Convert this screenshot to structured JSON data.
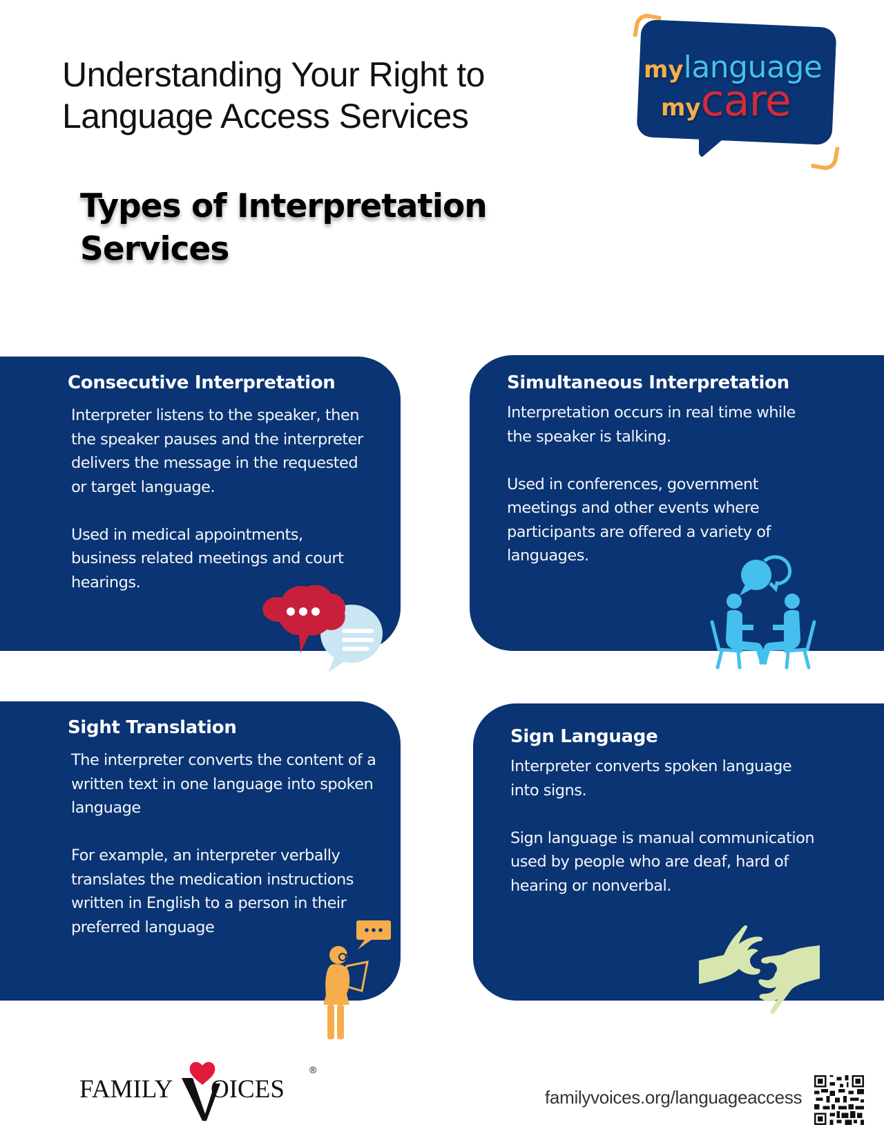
{
  "header": {
    "title_lines": [
      "Understanding Your Right to",
      "Language Access Services"
    ],
    "section_title_lines": [
      "Types of Interpretation",
      "Services"
    ]
  },
  "logo": {
    "line1_my": "my",
    "line1_word": "language",
    "line2_my": "my",
    "line2_word": "care",
    "colors": {
      "bubble": "#0a3473",
      "my": "#f6ad4b",
      "language": "#45c0ee",
      "care": "#d42a3c"
    }
  },
  "cards": [
    {
      "title": "Consecutive Interpretation",
      "paragraphs": [
        "Interpreter listens to the speaker, then the speaker pauses and the interpreter delivers the message in the requested or target language.",
        "Used in medical appointments, business related meetings and court hearings."
      ],
      "icon": "speech-bubbles-icon"
    },
    {
      "title": "Simultaneous Interpretation",
      "paragraphs": [
        "Interpretation occurs in real time while the speaker is talking.",
        "Used in conferences, government meetings and other events where participants are offered a variety of languages."
      ],
      "icon": "two-people-conversation-icon"
    },
    {
      "title": "Sight Translation",
      "paragraphs": [
        "The interpreter converts the content of a written text in one language into spoken language",
        "For example, an interpreter verbally translates the medication instructions written in English to a person in their preferred language"
      ],
      "icon": "person-reading-document-icon"
    },
    {
      "title": "Sign Language",
      "paragraphs": [
        "Interpreter converts spoken language into signs.",
        "Sign language is manual communication used by people who are deaf, hard of hearing or nonverbal."
      ],
      "icon": "signing-hands-icon"
    }
  ],
  "footer": {
    "org_logo": {
      "family": "FAMILY",
      "voices_v": "V",
      "voices_rest": "OICES",
      "registered": "®"
    },
    "url": "familyvoices.org/languageaccess",
    "qr": "qr-code-icon"
  },
  "colors": {
    "navy": "#0a3473",
    "red": "#c8203a",
    "light_blue": "#45c0ee",
    "pale_blue": "#c9e6f2",
    "orange": "#f6ad4b",
    "pale_green": "#d6e6ae",
    "heart_red": "#e31b3b"
  }
}
